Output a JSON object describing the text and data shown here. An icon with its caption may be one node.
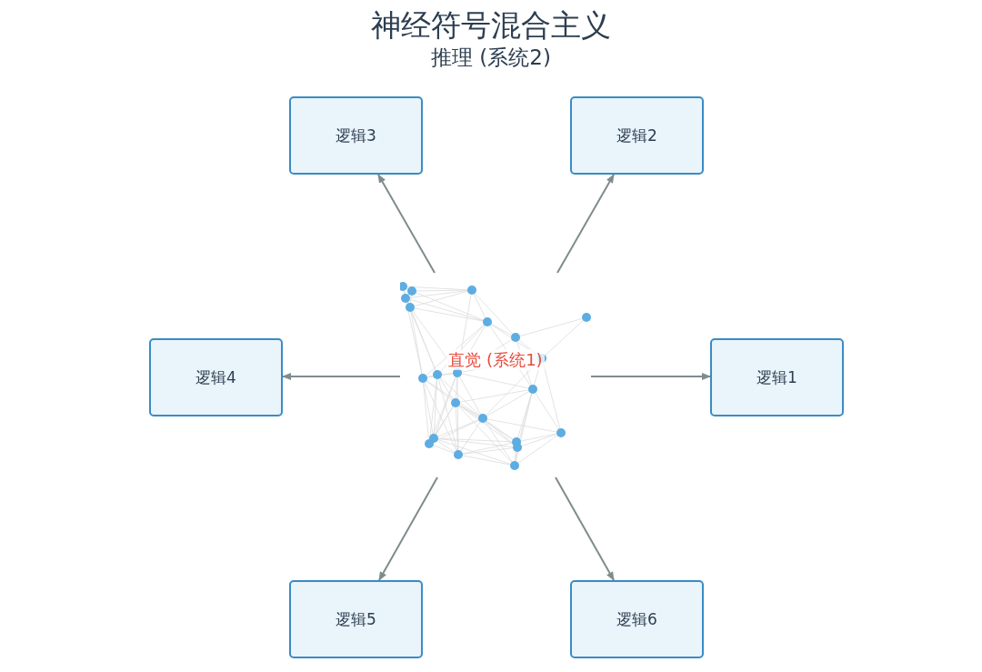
{
  "diagram": {
    "title": "神经符号混合主义",
    "nodes": [
      {
        "text": [
          "逻辑3"
        ]
      },
      {
        "text": [
          "逻辑2"
        ]
      },
      {
        "text": [
          "逻辑4"
        ]
      },
      {
        "text": [
          "直觉 (系统1)"
        ]
      },
      {
        "text": [
          "逻辑1"
        ]
      },
      {
        "text": [
          "逻辑5"
        ]
      },
      {
        "text": [
          "逻辑6"
        ]
      }
    ],
    "edges": [
      {
        "from": 3,
        "to": 4,
        "arrow": "to"
      },
      {
        "from": 3,
        "to": 1,
        "arrow": "to"
      },
      {
        "from": 3,
        "to": 0,
        "arrow": "to"
      },
      {
        "from": 3,
        "to": 2,
        "arrow": "to"
      },
      {
        "from": 3,
        "to": 5,
        "arrow": "to"
      },
      {
        "from": 3,
        "to": 6,
        "arrow": "to"
      }
    ],
    "labels": [
      "推理 (系统2)"
    ]
  }
}
